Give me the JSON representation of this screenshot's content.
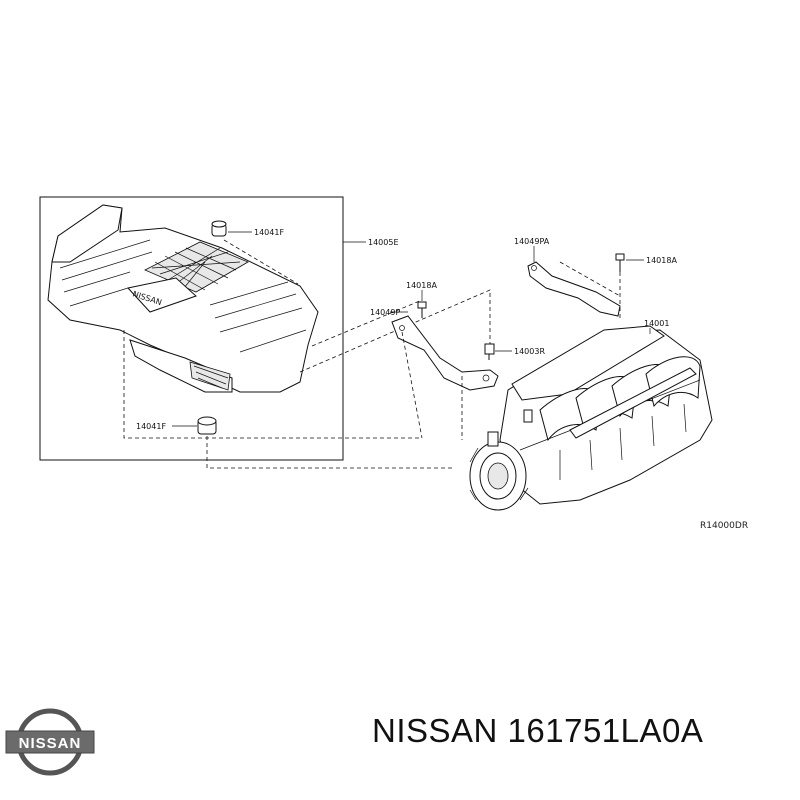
{
  "labels": {
    "l14041F_top": "14041F",
    "l14005E": "14005E",
    "l14049PA": "14049PA",
    "l14018A_right": "14018A",
    "l14018A_left": "14018A",
    "l14049P": "14049P",
    "l14001": "14001",
    "l14003R": "14003R",
    "l14041F_bottom": "14041F",
    "diagram_code": "R14000DR"
  },
  "cover_text": "NISSAN",
  "logo_text": "NISSAN",
  "caption": "NISSAN 161751LA0A"
}
